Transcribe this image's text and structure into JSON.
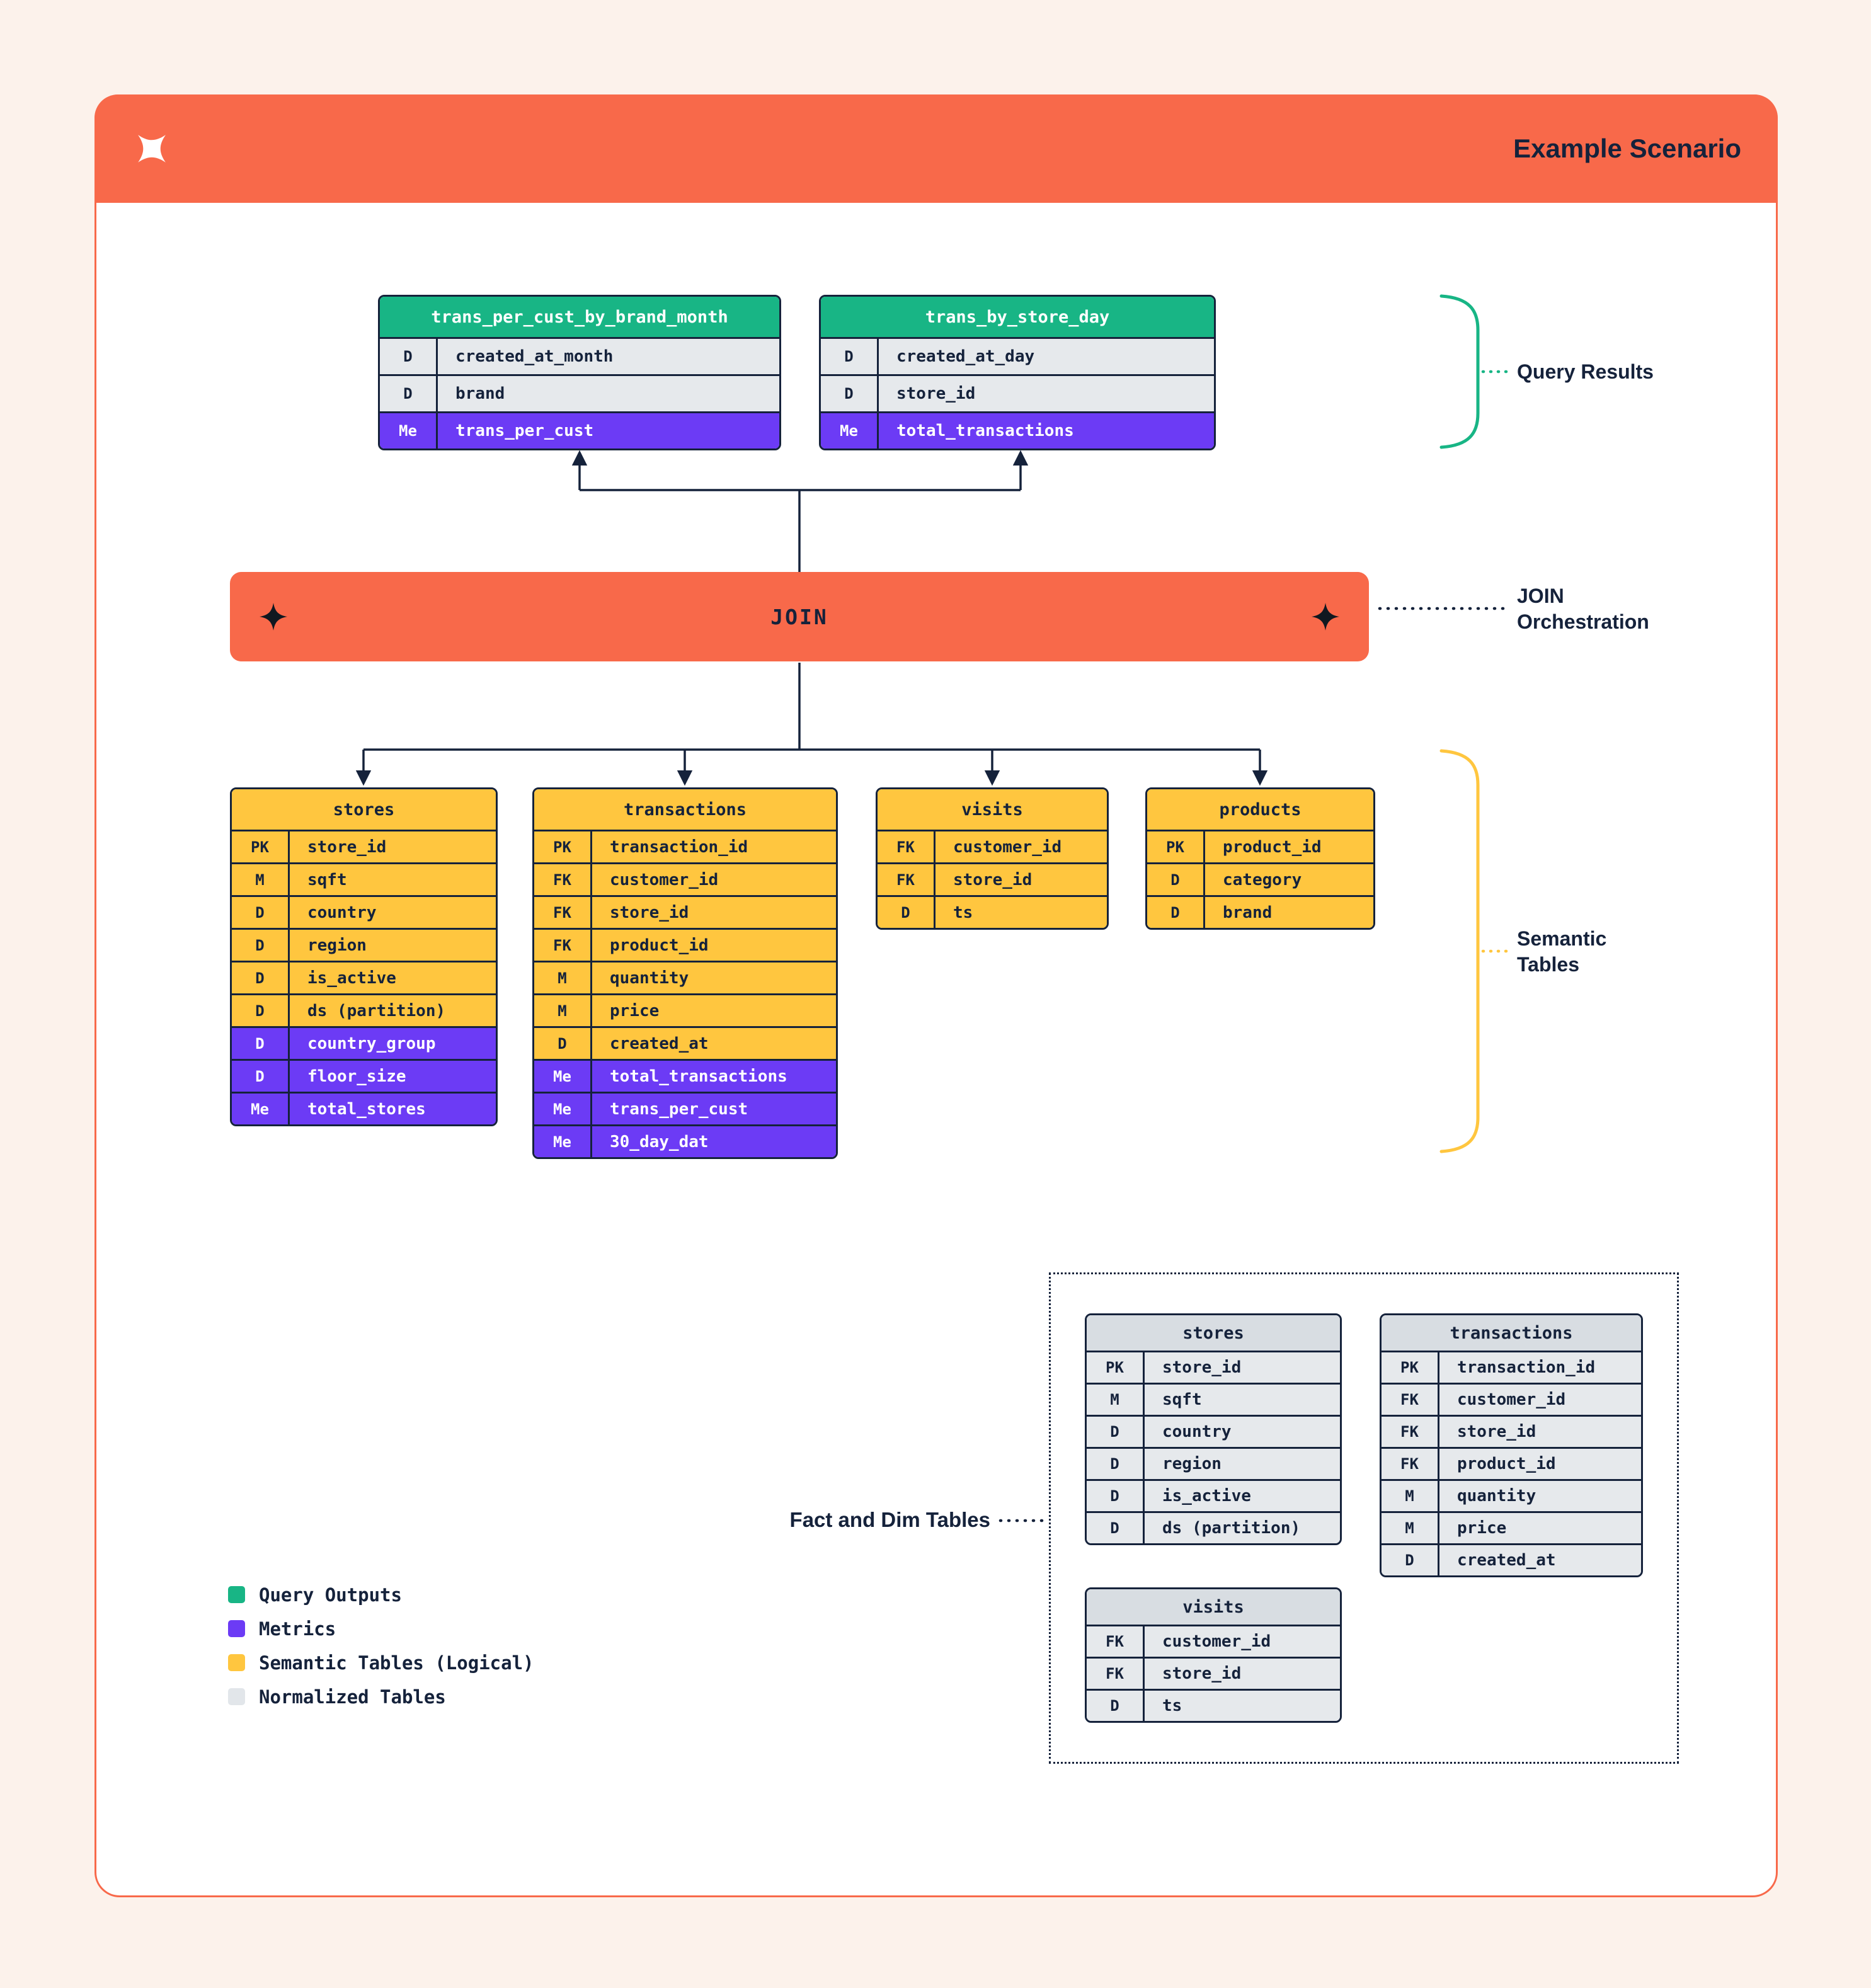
{
  "header": {
    "title": "Example Scenario"
  },
  "join": {
    "label": "JOIN"
  },
  "annotations": {
    "query_results": "Query Results",
    "join_orchestration": [
      "JOIN",
      "Orchestration"
    ],
    "semantic": [
      "Semantic",
      "Tables"
    ],
    "fact_dim": "Fact and Dim Tables"
  },
  "colors": {
    "accent": "#F8694A",
    "ink": "#15223B",
    "query_outputs": "#18B585",
    "metrics": "#6C3BF5",
    "semantic_tables": "#FFC63F",
    "normalized_tables": "#E2E6EA"
  },
  "query_tables": [
    {
      "title": "trans_per_cust_by_brand_month",
      "rows": [
        {
          "key": "D",
          "name": "created_at_month",
          "kind": "dim"
        },
        {
          "key": "D",
          "name": "brand",
          "kind": "dim"
        },
        {
          "key": "Me",
          "name": "trans_per_cust",
          "kind": "metric"
        }
      ]
    },
    {
      "title": "trans_by_store_day",
      "rows": [
        {
          "key": "D",
          "name": "created_at_day",
          "kind": "dim"
        },
        {
          "key": "D",
          "name": "store_id",
          "kind": "dim"
        },
        {
          "key": "Me",
          "name": "total_transactions",
          "kind": "metric"
        }
      ]
    }
  ],
  "semantic_tables": [
    {
      "title": "stores",
      "rows": [
        {
          "key": "PK",
          "name": "store_id",
          "kind": "base"
        },
        {
          "key": "M",
          "name": "sqft",
          "kind": "base"
        },
        {
          "key": "D",
          "name": "country",
          "kind": "base"
        },
        {
          "key": "D",
          "name": "region",
          "kind": "base"
        },
        {
          "key": "D",
          "name": "is_active",
          "kind": "base"
        },
        {
          "key": "D",
          "name": "ds (partition)",
          "kind": "base"
        },
        {
          "key": "D",
          "name": "country_group",
          "kind": "metric"
        },
        {
          "key": "D",
          "name": "floor_size",
          "kind": "metric"
        },
        {
          "key": "Me",
          "name": "total_stores",
          "kind": "metric"
        }
      ]
    },
    {
      "title": "transactions",
      "rows": [
        {
          "key": "PK",
          "name": "transaction_id",
          "kind": "base"
        },
        {
          "key": "FK",
          "name": "customer_id",
          "kind": "base"
        },
        {
          "key": "FK",
          "name": "store_id",
          "kind": "base"
        },
        {
          "key": "FK",
          "name": "product_id",
          "kind": "base"
        },
        {
          "key": "M",
          "name": "quantity",
          "kind": "base"
        },
        {
          "key": "M",
          "name": "price",
          "kind": "base"
        },
        {
          "key": "D",
          "name": "created_at",
          "kind": "base"
        },
        {
          "key": "Me",
          "name": "total_transactions",
          "kind": "metric"
        },
        {
          "key": "Me",
          "name": "trans_per_cust",
          "kind": "metric"
        },
        {
          "key": "Me",
          "name": "30_day_dat",
          "kind": "metric"
        }
      ]
    },
    {
      "title": "visits",
      "rows": [
        {
          "key": "FK",
          "name": "customer_id",
          "kind": "base"
        },
        {
          "key": "FK",
          "name": "store_id",
          "kind": "base"
        },
        {
          "key": "D",
          "name": "ts",
          "kind": "base"
        }
      ]
    },
    {
      "title": "products",
      "rows": [
        {
          "key": "PK",
          "name": "product_id",
          "kind": "base"
        },
        {
          "key": "D",
          "name": "category",
          "kind": "base"
        },
        {
          "key": "D",
          "name": "brand",
          "kind": "base"
        }
      ]
    }
  ],
  "normalized_tables": [
    {
      "title": "stores",
      "rows": [
        {
          "key": "PK",
          "name": "store_id"
        },
        {
          "key": "M",
          "name": "sqft"
        },
        {
          "key": "D",
          "name": "country"
        },
        {
          "key": "D",
          "name": "region"
        },
        {
          "key": "D",
          "name": "is_active"
        },
        {
          "key": "D",
          "name": "ds (partition)"
        }
      ]
    },
    {
      "title": "transactions",
      "rows": [
        {
          "key": "PK",
          "name": "transaction_id"
        },
        {
          "key": "FK",
          "name": "customer_id"
        },
        {
          "key": "FK",
          "name": "store_id"
        },
        {
          "key": "FK",
          "name": "product_id"
        },
        {
          "key": "M",
          "name": "quantity"
        },
        {
          "key": "M",
          "name": "price"
        },
        {
          "key": "D",
          "name": "created_at"
        }
      ]
    },
    {
      "title": "visits",
      "rows": [
        {
          "key": "FK",
          "name": "customer_id"
        },
        {
          "key": "FK",
          "name": "store_id"
        },
        {
          "key": "D",
          "name": "ts"
        }
      ]
    }
  ],
  "legend": [
    {
      "label": "Query Outputs",
      "color": "#18B585"
    },
    {
      "label": "Metrics",
      "color": "#6C3BF5"
    },
    {
      "label": "Semantic Tables (Logical)",
      "color": "#FFC63F"
    },
    {
      "label": "Normalized Tables",
      "color": "#E2E6EA"
    }
  ]
}
